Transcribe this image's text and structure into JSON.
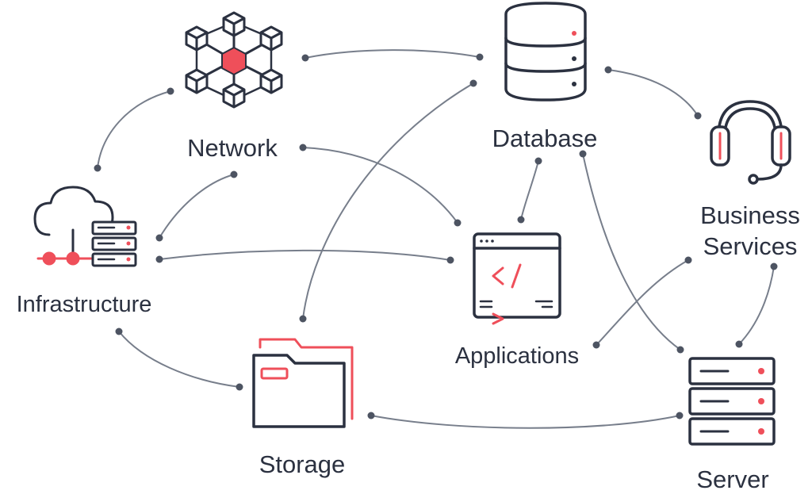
{
  "colors": {
    "dark": "#2b3140",
    "accent": "#ef4f5a",
    "connector": "#777e8b",
    "connector_dot": "#4d5462"
  },
  "nodes": {
    "network": {
      "label": "Network",
      "icon": "network-hexagon-icon"
    },
    "database": {
      "label": "Database",
      "icon": "database-icon"
    },
    "business_services": {
      "label_line1": "Business",
      "label_line2": "Services",
      "icon": "headset-icon"
    },
    "infrastructure": {
      "label": "Infrastructure",
      "icon": "cloud-server-icon"
    },
    "applications": {
      "label": "Applications",
      "icon": "code-window-icon"
    },
    "storage": {
      "label": "Storage",
      "icon": "folder-icon"
    },
    "server": {
      "label": "Server",
      "icon": "server-rack-icon"
    }
  },
  "connections": [
    {
      "from": "network",
      "to": "database"
    },
    {
      "from": "network",
      "to": "infrastructure"
    },
    {
      "from": "network",
      "to": "applications"
    },
    {
      "from": "database",
      "to": "business_services"
    },
    {
      "from": "database",
      "to": "storage"
    },
    {
      "from": "database",
      "to": "applications"
    },
    {
      "from": "database",
      "to": "server"
    },
    {
      "from": "infrastructure",
      "to": "applications"
    },
    {
      "from": "infrastructure",
      "to": "storage"
    },
    {
      "from": "business_services",
      "to": "applications"
    },
    {
      "from": "business_services",
      "to": "server"
    },
    {
      "from": "storage",
      "to": "server"
    }
  ]
}
